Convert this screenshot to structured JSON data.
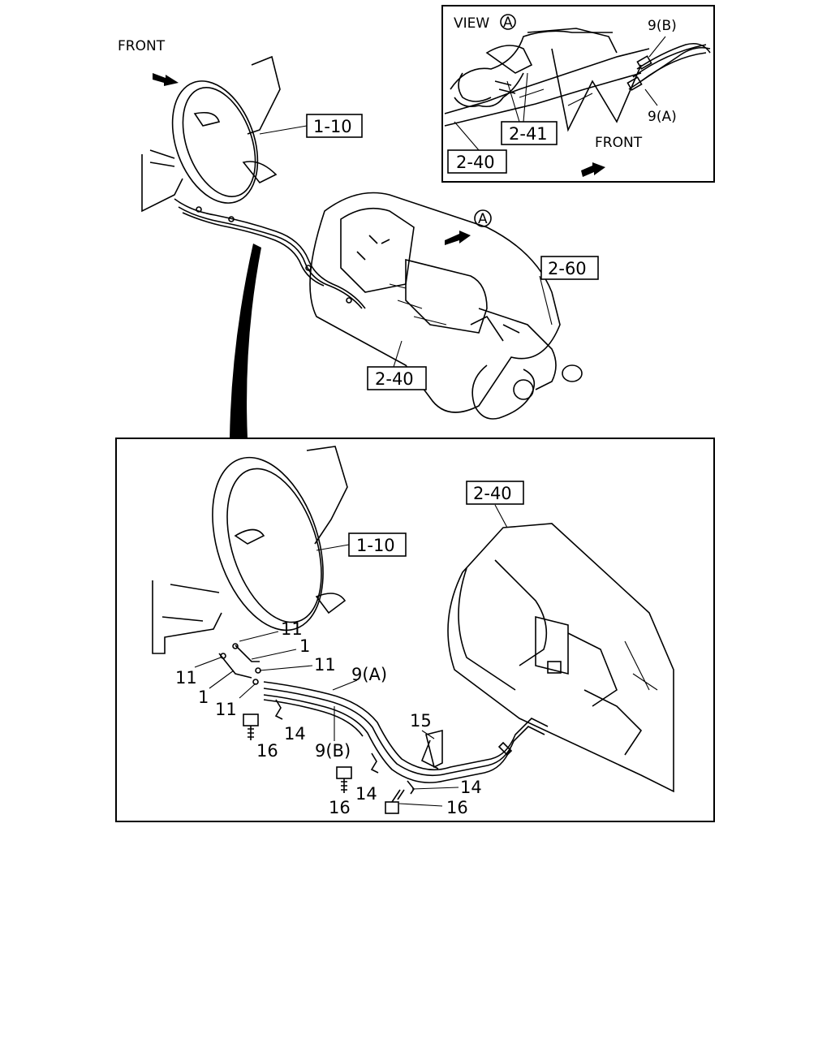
{
  "top": {
    "front_label": "FRONT",
    "view_marker": "A"
  },
  "inset": {
    "view_title": "VIEW",
    "view_marker": "A",
    "front_label": "FRONT"
  },
  "callouts": {
    "c_1_10": "1-10",
    "c_2_40": "2-40",
    "c_2_41": "2-41",
    "c_2_60": "2-60"
  },
  "parts": {
    "p1": "1",
    "p9a": "9(A)",
    "p9b": "9(B)",
    "p11": "11",
    "p14": "14",
    "p15": "15",
    "p16": "16"
  }
}
